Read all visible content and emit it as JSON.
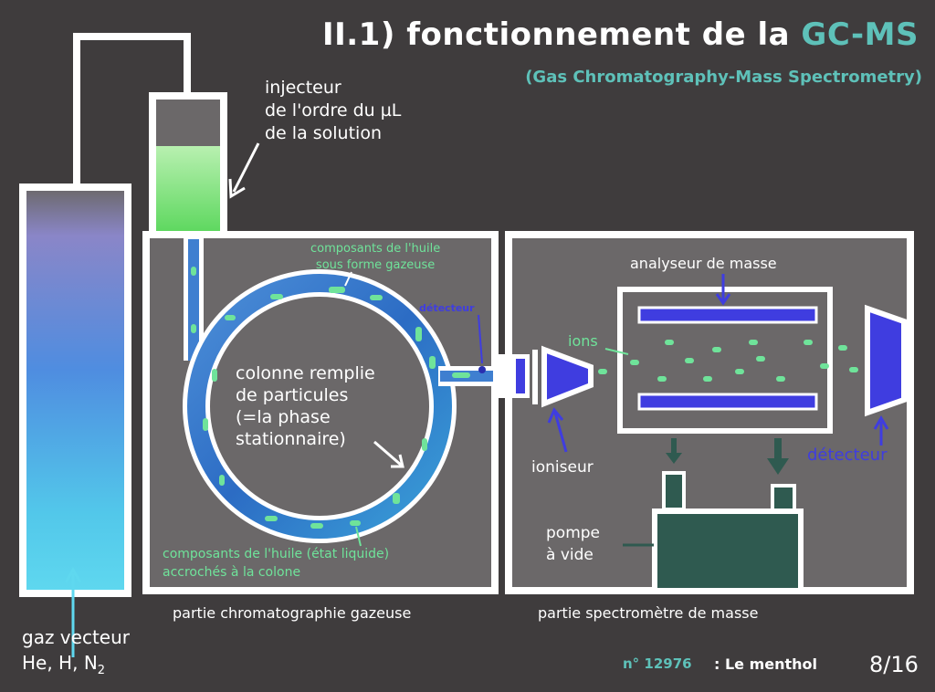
{
  "title": {
    "prefix": "II.1) fonctionnement de la ",
    "accent": "GC-MS"
  },
  "subtitle": "(Gas Chromatography-Mass Spectrometry)",
  "labels": {
    "injector": [
      "injecteur",
      "de l'ordre du µL",
      "de la solution"
    ],
    "gas_components": [
      "composants de l'huile",
      "sous forme gazeuse"
    ],
    "detector_gc": "détecteur",
    "column": [
      "colonne remplie",
      "de particules",
      "(=la phase",
      "stationnaire)"
    ],
    "liquid_components": [
      "composants de l'huile (état liquide)",
      "accrochés à la colone"
    ],
    "gc_section": "partie chromatographie gazeuse",
    "carrier_gas": [
      "gaz vecteur"
    ],
    "carrier_gas_formula": {
      "text": "He, H, N",
      "subscript": "2"
    },
    "mass_analyzer": "analyseur de masse",
    "ions": "ions",
    "ionizer": "ioniseur",
    "detector_ms": "détecteur",
    "vacuum_pump": [
      "pompe",
      "à vide"
    ],
    "ms_section": "partie spectromètre de masse"
  },
  "footer": {
    "number": "n° 12976",
    "separator": ": Le menthol",
    "page": "8/16"
  },
  "colors": {
    "background": "#3f3c3d",
    "box_fill": "#6b6869",
    "accent_teal": "#5ec1b9",
    "green": "#6fe39a",
    "blue": "#3f3de0",
    "pump": "#2f5a50"
  }
}
